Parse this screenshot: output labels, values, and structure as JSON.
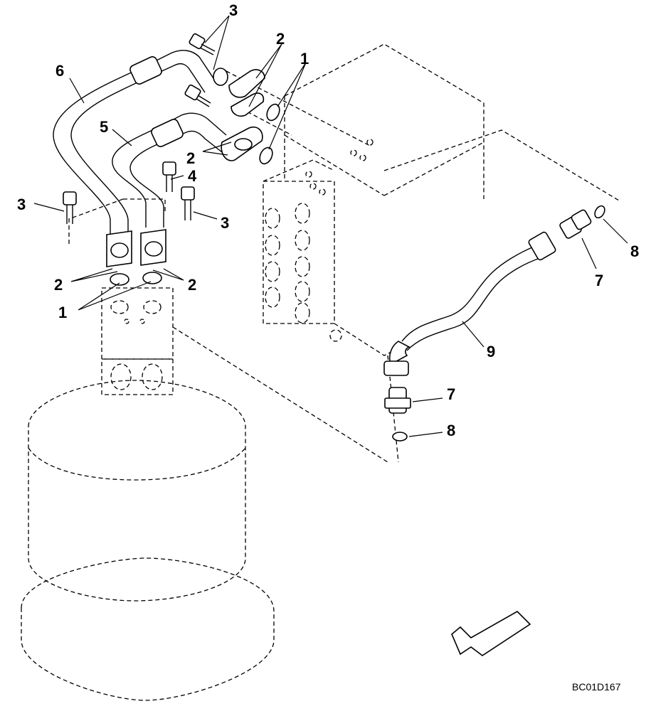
{
  "callouts": {
    "c3_top": "3",
    "c2_top": "2",
    "c1_top": "1",
    "c6": "6",
    "c5": "5",
    "c2_mid": "2",
    "c4": "4",
    "c3_left": "3",
    "c3_right": "3",
    "c2_left": "2",
    "c2_right": "2",
    "c1_bottom": "1",
    "c8_top": "8",
    "c7_top": "7",
    "c9": "9",
    "c7_bottom": "7",
    "c8_bottom": "8"
  },
  "drawing_code": "BC01D167"
}
